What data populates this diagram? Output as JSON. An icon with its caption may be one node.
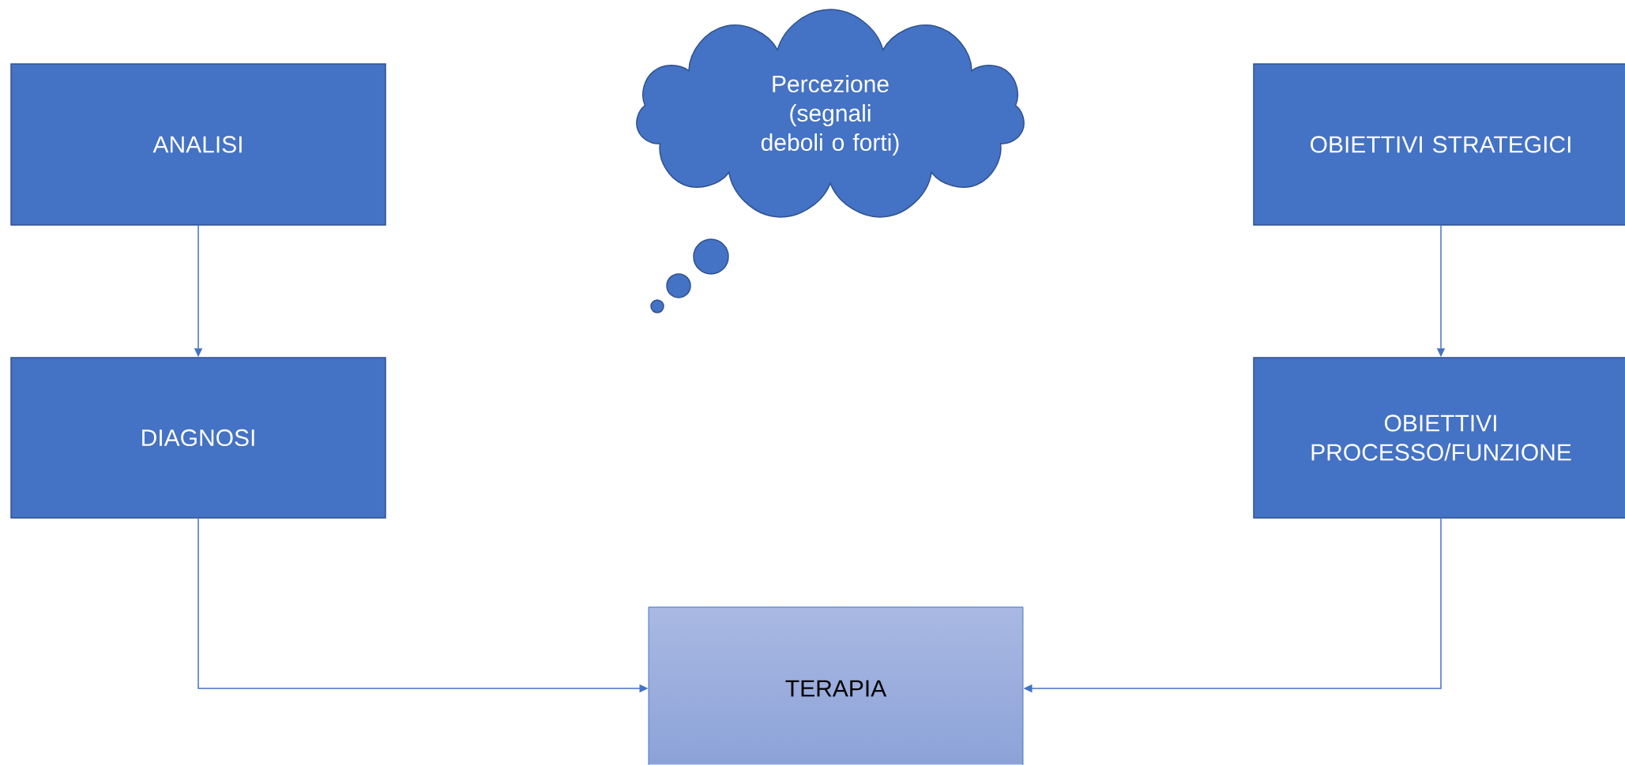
{
  "diagram": {
    "nodes": [
      {
        "text": [
          "ANALISI"
        ]
      },
      {
        "text": [
          "DIAGNOSI"
        ]
      },
      {
        "text": [
          "OBIETTIVI STRATEGICI"
        ]
      },
      {
        "text": [
          "OBIETTIVI PROCESSO/FUNZIONE"
        ]
      },
      {
        "text": [
          "TERAPIA"
        ]
      },
      {
        "text": [
          "Percezione (segnali deboli o forti)"
        ]
      }
    ],
    "edges": [
      {
        "from": 0,
        "to": 1,
        "arrow": "to"
      },
      {
        "from": 2,
        "to": 3,
        "arrow": "to"
      },
      {
        "from": 1,
        "to": 4,
        "arrow": "to"
      },
      {
        "from": 3,
        "to": 4,
        "arrow": "to"
      }
    ]
  }
}
